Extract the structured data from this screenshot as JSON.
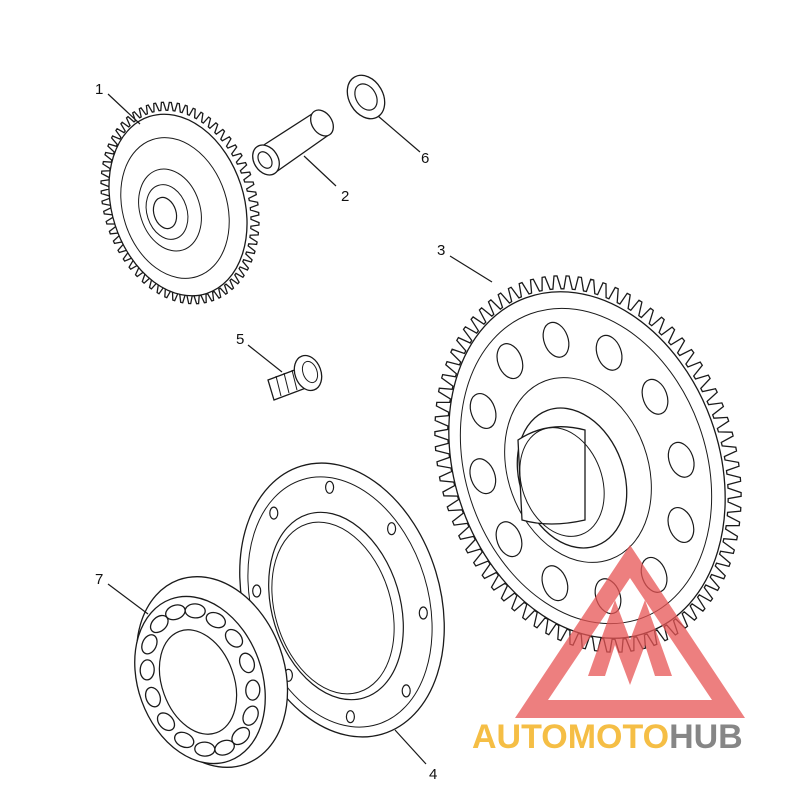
{
  "callouts": {
    "c1": "1",
    "c2": "2",
    "c3": "3",
    "c4": "4",
    "c5": "5",
    "c6": "6",
    "c7": "7"
  },
  "watermark": {
    "brand_part1": "AUTOMOTO",
    "brand_part2": "HUB",
    "color_part1": "#f5b731",
    "color_part2": "#7a7a7a",
    "logo_color": "#e85555"
  }
}
